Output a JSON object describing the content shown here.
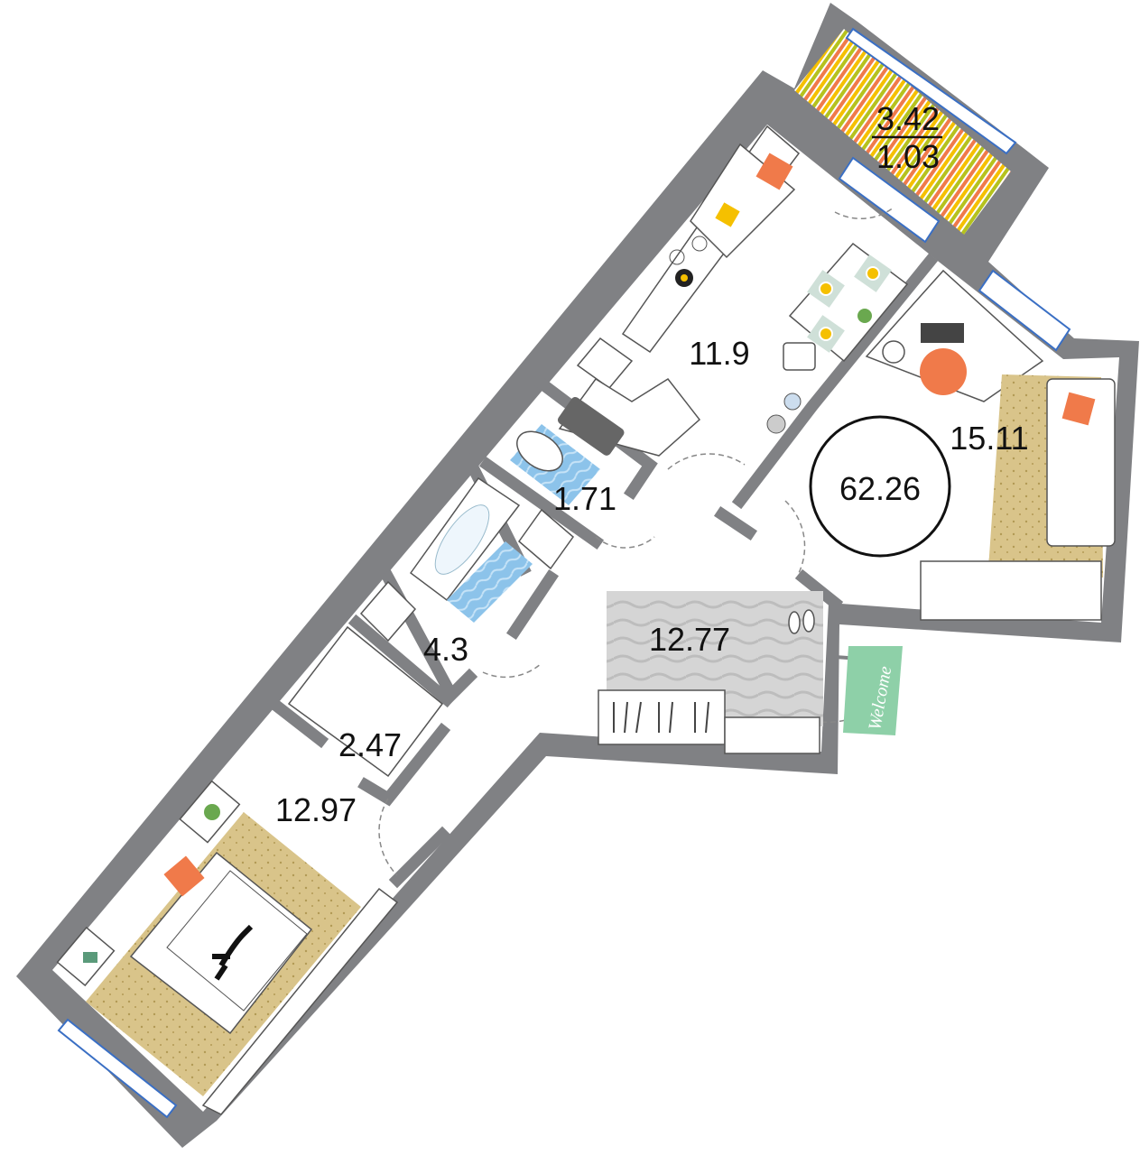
{
  "plan": {
    "total_area": "62.26",
    "rooms": {
      "kitchen": "11.9",
      "bedroom_right": "15.11",
      "wc": "1.71",
      "bathroom": "4.3",
      "wardrobe": "2.47",
      "hall": "12.77",
      "bedroom_left": "12.97"
    },
    "balcony": {
      "area": "3.42",
      "reduced_area": "1.03"
    },
    "doormat_text": "Welcome"
  },
  "colors": {
    "wall": "#808184",
    "rug": "#d9c48a",
    "hall_rug": "#d5d5d5",
    "bath": "#8cc3ea",
    "accent": "#f07a4a",
    "mat": "#8ed0a8",
    "window": "#3a6fc4"
  }
}
